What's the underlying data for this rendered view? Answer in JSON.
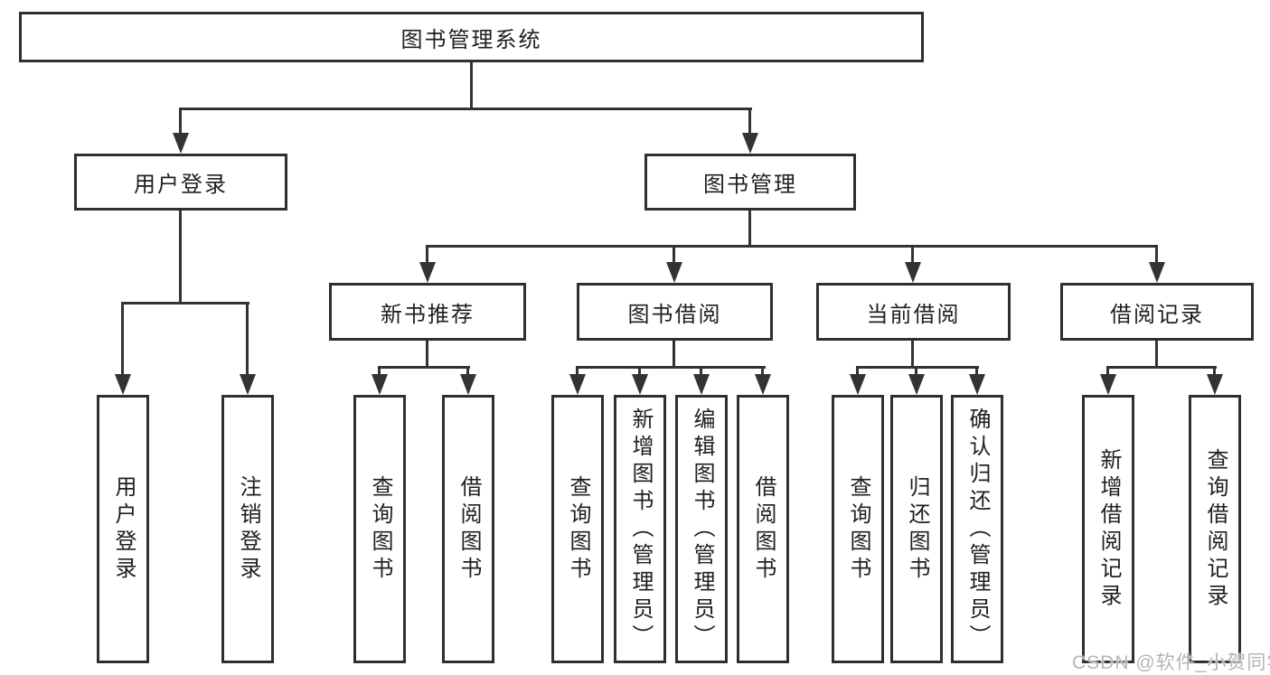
{
  "diagram": {
    "title": "图书管理系统",
    "root": {
      "label": "图书管理系统"
    },
    "level2": [
      {
        "label": "用户登录"
      },
      {
        "label": "图书管理"
      }
    ],
    "level3": [
      {
        "label": "新书推荐"
      },
      {
        "label": "图书借阅"
      },
      {
        "label": "当前借阅"
      },
      {
        "label": "借阅记录"
      }
    ],
    "leaves": [
      {
        "label": "用户登录"
      },
      {
        "label": "注销登录"
      },
      {
        "label": "查询图书"
      },
      {
        "label": "借阅图书"
      },
      {
        "label": "查询图书"
      },
      {
        "label": "新增图书（管理员）"
      },
      {
        "label": "编辑图书（管理员）"
      },
      {
        "label": "借阅图书"
      },
      {
        "label": "查询图书"
      },
      {
        "label": "归还图书"
      },
      {
        "label": "确认归还（管理员）"
      },
      {
        "label": "新增借阅记录"
      },
      {
        "label": "查询借阅记录"
      }
    ],
    "watermark": {
      "text": "CSDN @软件_小贺同学"
    },
    "colors": {
      "line": "#333333",
      "box_border": "#2f2f2f",
      "text": "#1f1f1f",
      "watermark": "#b5b5b5",
      "background": "#ffffff"
    }
  }
}
